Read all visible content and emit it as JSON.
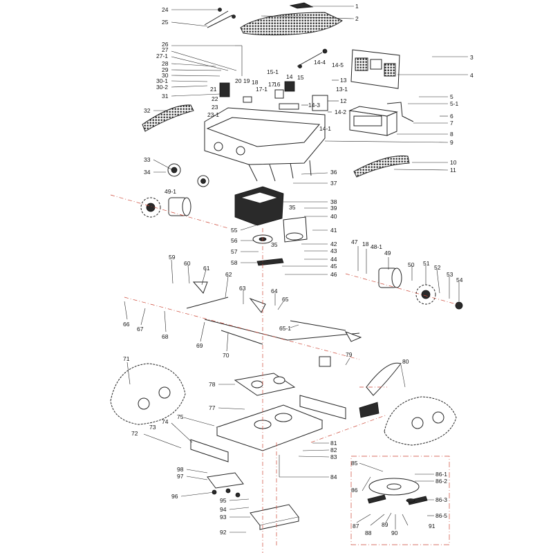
{
  "diagram": {
    "labels": [
      {
        "id": "1",
        "text": "1"
      },
      {
        "id": "2",
        "text": "2"
      },
      {
        "id": "3",
        "text": "3"
      },
      {
        "id": "4",
        "text": "4"
      },
      {
        "id": "5",
        "text": "5"
      },
      {
        "id": "5-1",
        "text": "5-1"
      },
      {
        "id": "6",
        "text": "6"
      },
      {
        "id": "7",
        "text": "7"
      },
      {
        "id": "8",
        "text": "8"
      },
      {
        "id": "9",
        "text": "9"
      },
      {
        "id": "10",
        "text": "10"
      },
      {
        "id": "11",
        "text": "11"
      },
      {
        "id": "12",
        "text": "12"
      },
      {
        "id": "13",
        "text": "13"
      },
      {
        "id": "13-1",
        "text": "13-1"
      },
      {
        "id": "14",
        "text": "14"
      },
      {
        "id": "14-1",
        "text": "14-1"
      },
      {
        "id": "14-2",
        "text": "14-2"
      },
      {
        "id": "14-3",
        "text": "14-3"
      },
      {
        "id": "14-4",
        "text": "14-4"
      },
      {
        "id": "14-5",
        "text": "14-5"
      },
      {
        "id": "15",
        "text": "15"
      },
      {
        "id": "15-1",
        "text": "15-1"
      },
      {
        "id": "16",
        "text": "16"
      },
      {
        "id": "17",
        "text": "17"
      },
      {
        "id": "17-1",
        "text": "17-1"
      },
      {
        "id": "18a",
        "text": "18"
      },
      {
        "id": "19",
        "text": "19"
      },
      {
        "id": "20",
        "text": "20"
      },
      {
        "id": "21",
        "text": "21"
      },
      {
        "id": "22",
        "text": "22"
      },
      {
        "id": "23",
        "text": "23"
      },
      {
        "id": "23-1",
        "text": "23-1"
      },
      {
        "id": "24",
        "text": "24"
      },
      {
        "id": "25",
        "text": "25"
      },
      {
        "id": "26",
        "text": "26"
      },
      {
        "id": "27",
        "text": "27"
      },
      {
        "id": "27-1",
        "text": "27-1"
      },
      {
        "id": "28",
        "text": "28"
      },
      {
        "id": "29",
        "text": "29"
      },
      {
        "id": "30",
        "text": "30"
      },
      {
        "id": "30-1",
        "text": "30-1"
      },
      {
        "id": "30-2",
        "text": "30-2"
      },
      {
        "id": "31",
        "text": "31"
      },
      {
        "id": "32",
        "text": "32"
      },
      {
        "id": "33",
        "text": "33"
      },
      {
        "id": "34",
        "text": "34"
      },
      {
        "id": "35a",
        "text": "35"
      },
      {
        "id": "35b",
        "text": "35"
      },
      {
        "id": "36",
        "text": "36"
      },
      {
        "id": "37",
        "text": "37"
      },
      {
        "id": "38",
        "text": "38"
      },
      {
        "id": "39",
        "text": "39"
      },
      {
        "id": "40",
        "text": "40"
      },
      {
        "id": "41",
        "text": "41"
      },
      {
        "id": "42",
        "text": "42"
      },
      {
        "id": "43",
        "text": "43"
      },
      {
        "id": "44",
        "text": "44"
      },
      {
        "id": "45",
        "text": "45"
      },
      {
        "id": "46",
        "text": "46"
      },
      {
        "id": "47",
        "text": "47"
      },
      {
        "id": "18b",
        "text": "18"
      },
      {
        "id": "48-1",
        "text": "48-1"
      },
      {
        "id": "49",
        "text": "49"
      },
      {
        "id": "49-1",
        "text": "49-1"
      },
      {
        "id": "50",
        "text": "50"
      },
      {
        "id": "51",
        "text": "51"
      },
      {
        "id": "52",
        "text": "52"
      },
      {
        "id": "53",
        "text": "53"
      },
      {
        "id": "54",
        "text": "54"
      },
      {
        "id": "55",
        "text": "55"
      },
      {
        "id": "56",
        "text": "56"
      },
      {
        "id": "57",
        "text": "57"
      },
      {
        "id": "58",
        "text": "58"
      },
      {
        "id": "59",
        "text": "59"
      },
      {
        "id": "60",
        "text": "60"
      },
      {
        "id": "61",
        "text": "61"
      },
      {
        "id": "62",
        "text": "62"
      },
      {
        "id": "63",
        "text": "63"
      },
      {
        "id": "64",
        "text": "64"
      },
      {
        "id": "65",
        "text": "65"
      },
      {
        "id": "65-1",
        "text": "65-1"
      },
      {
        "id": "66",
        "text": "66"
      },
      {
        "id": "67",
        "text": "67"
      },
      {
        "id": "68",
        "text": "68"
      },
      {
        "id": "69",
        "text": "69"
      },
      {
        "id": "70",
        "text": "70"
      },
      {
        "id": "71",
        "text": "71"
      },
      {
        "id": "72",
        "text": "72"
      },
      {
        "id": "73",
        "text": "73"
      },
      {
        "id": "74",
        "text": "74"
      },
      {
        "id": "75",
        "text": "75"
      },
      {
        "id": "77",
        "text": "77"
      },
      {
        "id": "78",
        "text": "78"
      },
      {
        "id": "79",
        "text": "79"
      },
      {
        "id": "80",
        "text": "80"
      },
      {
        "id": "81",
        "text": "81"
      },
      {
        "id": "82",
        "text": "82"
      },
      {
        "id": "83",
        "text": "83"
      },
      {
        "id": "84",
        "text": "84"
      },
      {
        "id": "85",
        "text": "85"
      },
      {
        "id": "86",
        "text": "86"
      },
      {
        "id": "86-1",
        "text": "86-1"
      },
      {
        "id": "86-2",
        "text": "86-2"
      },
      {
        "id": "86-3",
        "text": "86-3"
      },
      {
        "id": "86-5",
        "text": "86-5"
      },
      {
        "id": "87",
        "text": "87"
      },
      {
        "id": "88",
        "text": "88"
      },
      {
        "id": "89",
        "text": "89"
      },
      {
        "id": "90",
        "text": "90"
      },
      {
        "id": "91",
        "text": "91"
      },
      {
        "id": "92",
        "text": "92"
      },
      {
        "id": "93",
        "text": "93"
      },
      {
        "id": "94",
        "text": "94"
      },
      {
        "id": "95",
        "text": "95"
      },
      {
        "id": "96",
        "text": "96"
      },
      {
        "id": "97",
        "text": "97"
      },
      {
        "id": "98",
        "text": "98"
      }
    ],
    "colors": {
      "line": "#222222",
      "centerline": "#cc4433",
      "background": "#ffffff"
    }
  }
}
